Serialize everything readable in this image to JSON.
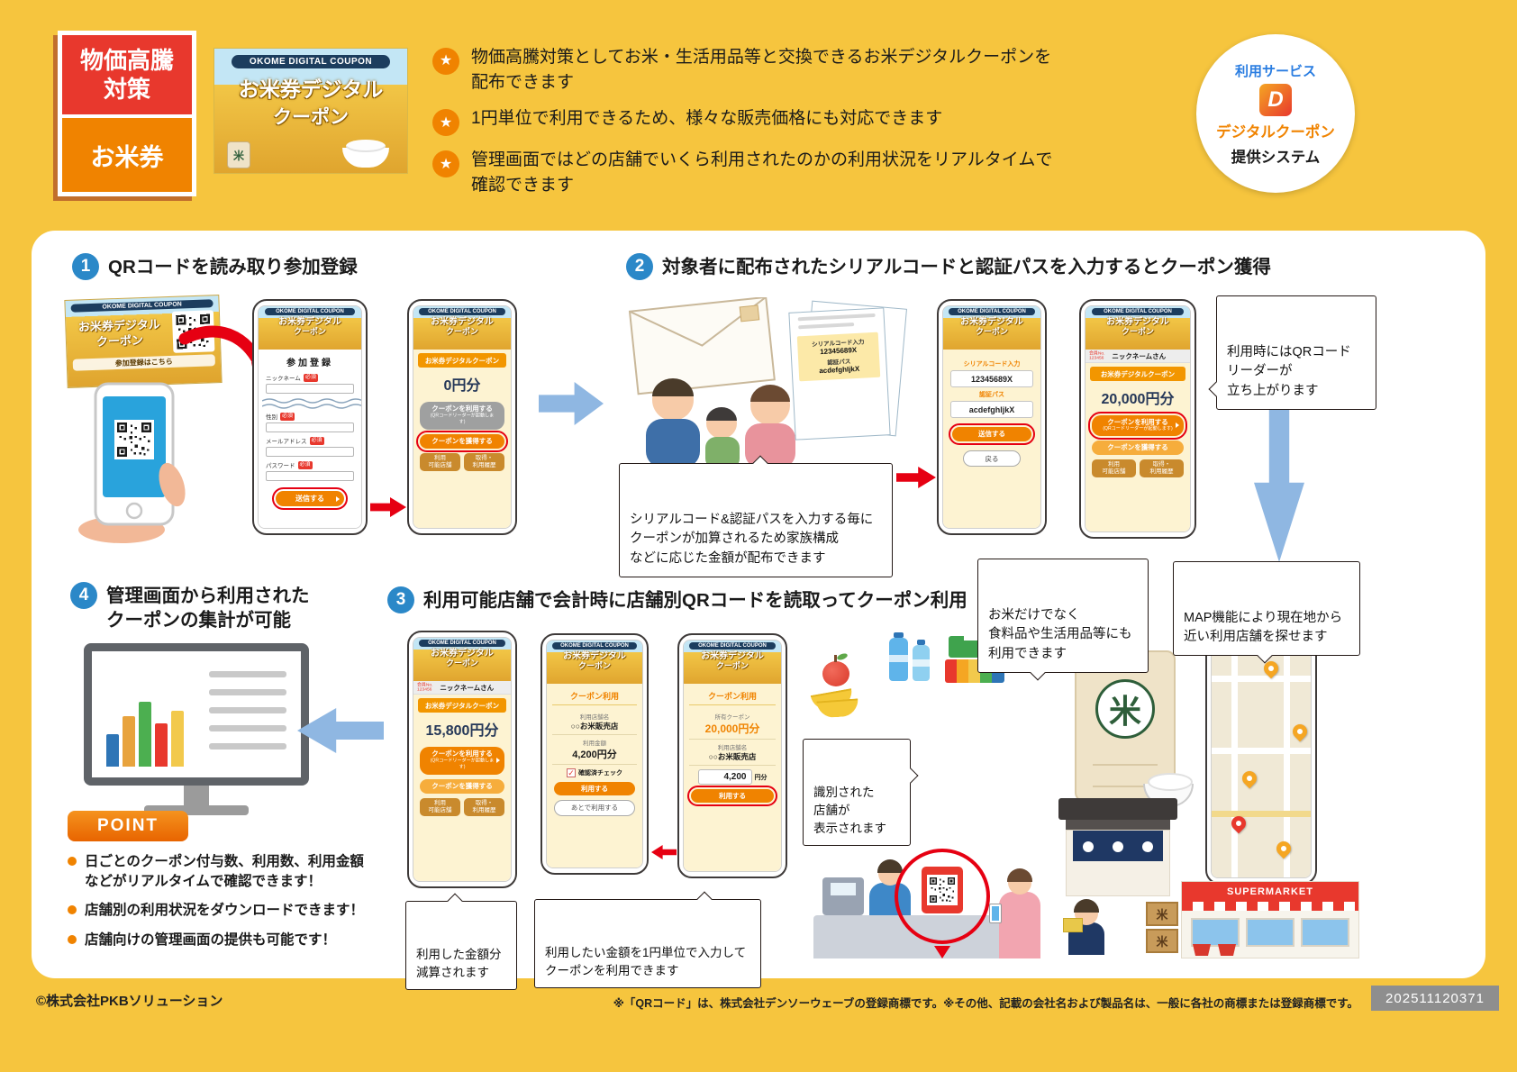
{
  "icons": {
    "star": "★",
    "check": "✓"
  },
  "header": {
    "ribbon": {
      "line1": "物価高騰",
      "line2": "対策",
      "product": "お米券"
    },
    "coupon_card": {
      "banner": "OKOME DIGITAL COUPON",
      "title1": "お米券デジタル",
      "title2": "クーポン"
    },
    "bullets": {
      "b1": "物価高騰対策としてお米・生活用品等と交換できるお米デジタルクーポンを\n配布できます",
      "b2": "1円単位で利用できるため、様々な販売価格にも対応できます",
      "b3": "管理画面ではどの店舗でいくら利用されたのかの利用状況をリアルタイムで\n確認できます"
    },
    "service": {
      "top": "利用サービス",
      "logo": "D",
      "brand": "デジタルクーポン",
      "system": "提供システム"
    }
  },
  "steps": {
    "s1": {
      "num": "1",
      "title": "QRコードを読み取り参加登録"
    },
    "s2": {
      "num": "2",
      "title": "対象者に配布されたシリアルコードと認証パスを入力するとクーポン獲得"
    },
    "s3": {
      "num": "3",
      "title": "利用可能店舗で会計時に店舗別QRコードを読取ってクーポン利用"
    },
    "s4": {
      "num": "4",
      "title": "管理画面から利用された\nクーポンの集計が可能"
    }
  },
  "qr_card": {
    "banner": "OKOME DIGITAL COUPON",
    "title1": "お米券デジタル",
    "title2": "クーポン",
    "caption": "参加登録はこちら"
  },
  "app": {
    "banner": "OKOME DIGITAL COUPON",
    "logo1": "お米券デジタル",
    "logo2": "クーポン",
    "member": "会員No.\n123456",
    "nickname": "ニックネームさん",
    "wallet_title": "お米券デジタルクーポン",
    "use_btn": "クーポンを利用する",
    "use_btn_sub": "(QRコードリーダーが起動します)",
    "get_btn": "クーポンを獲得する",
    "shops_btn": "利用\n可能店舗",
    "history_btn": "取得・\n利用履歴"
  },
  "register": {
    "title": "参加登録",
    "f1": "ニックネーム",
    "f2": "性別",
    "f3": "メールアドレス",
    "f4": "パスワード",
    "req": "必須",
    "submit": "送信する"
  },
  "serial": {
    "title": "シリアルコード入力",
    "code": "12345689X",
    "pass_label": "認証パス",
    "pass": "acdefghIjkX",
    "submit": "送信する",
    "back": "戻る"
  },
  "papers": {
    "title": "シリアルコード入力",
    "code": "12345689X",
    "pass_label": "認証パス",
    "pass": "acdefghIjkX"
  },
  "wallets": {
    "w0": "0円分",
    "w20000": "20,000円分",
    "w15800": "15,800円分"
  },
  "use_confirm": {
    "title": "クーポン利用",
    "shop_label": "利用店舗名",
    "shop": "○○お米販売店",
    "amount_label": "利用金額",
    "amount": "4,200円分",
    "check": "確認済チェック",
    "use": "利用する",
    "later": "あとで利用する"
  },
  "use_input": {
    "title": "クーポン利用",
    "owned_label": "所有クーポン",
    "owned": "20,000円分",
    "shop_label": "利用店舗名",
    "shop": "○○お米販売店",
    "amount": "4,200",
    "unit": "円分",
    "use": "利用する"
  },
  "callouts": {
    "qr_reader": "利用時にはQRコード\nリーダーが\n立ち上がります",
    "serial_note": "シリアルコード&認証パスを入力する毎に\nクーポンが加算されるため家族構成\nなどに応じた金額が配布できます",
    "goods": "お米だけでなく\n食料品や生活用品等にも\n利用できます",
    "map": "MAP機能により現在地から\n近い利用店舗を探せます",
    "shop_id": "識別された\n店舗が\n表示されます",
    "deduct": "利用した金額分\n減算されます",
    "unit_input": "利用したい金額を1円単位で入力して\nクーポンを利用できます"
  },
  "point": {
    "label": "POINT",
    "i1": "日ごとのクーポン付与数、利用数、利用金額\nなどがリアルタイムで確認できます！",
    "i2": "店舗別の利用状況をダウンロードできます！",
    "i3": "店舗向けの管理画面の提供も可能です！"
  },
  "scene": {
    "supermarket": "SUPERMARKET",
    "rice": "米"
  },
  "footer": {
    "copyright": "©株式会社PKBソリューション",
    "legal": "※「QRコード」は、株式会社デンソーウェーブの登録商標です。※その他、記載の会社名および製品名は、一般に各社の商標または登録商標です。",
    "doc_no": "202511120371"
  }
}
